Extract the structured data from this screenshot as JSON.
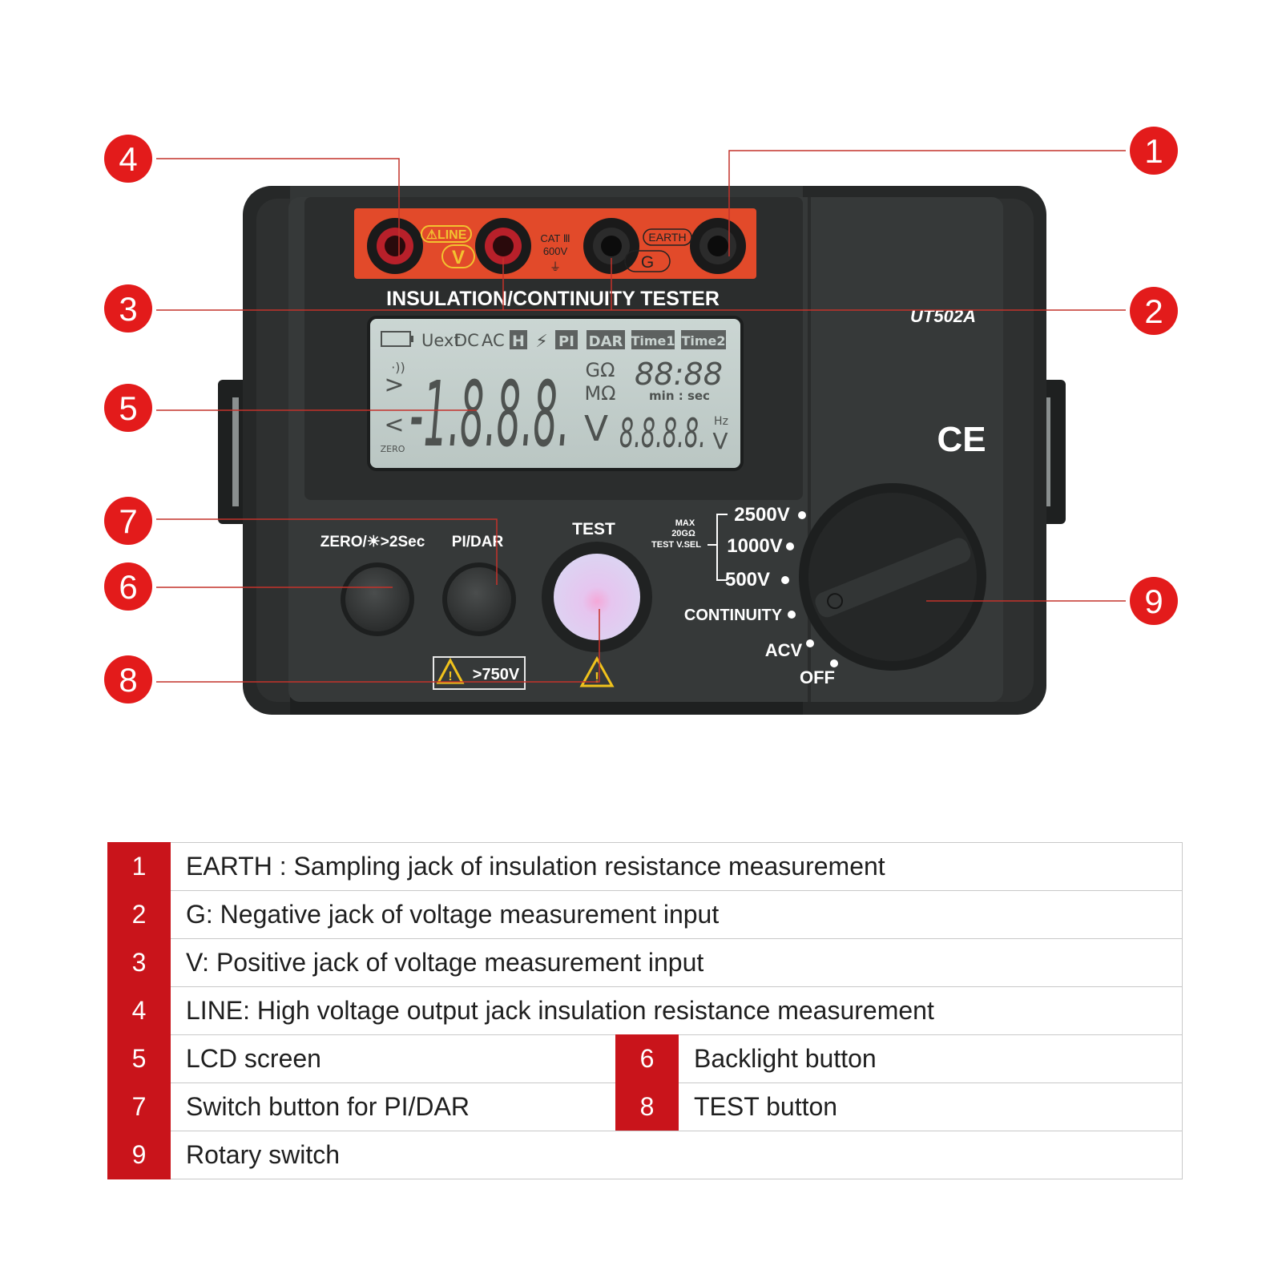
{
  "device": {
    "model": "UT502A",
    "title": "INSULATION/CONTINUITY TESTER",
    "jacks": {
      "line_label": "⚠LINE",
      "v_label": "V",
      "cat_label_1": "CAT Ⅲ",
      "cat_label_2": "600V",
      "earth_label": "EARTH",
      "g_label": "G"
    },
    "lcd": {
      "status_icons": [
        "Uext",
        "DC",
        "AC",
        "H",
        "⚡",
        "PI",
        "DAR",
        "Time1",
        "Time2"
      ],
      "main_digits": "-1.8.8.8.",
      "main_units_1": "GΩ",
      "main_units_2": "MΩ",
      "main_units_3": "V",
      "time_digits": "88:88",
      "time_label": "min : sec",
      "sub_digits": "8.8.8.8.",
      "sub_unit_hz": "Hz",
      "sub_unit_v": "V",
      "zero_label": "ZERO",
      "gt": ">",
      "lt": "<"
    },
    "buttons": {
      "zero_label": "ZERO/☀>2Sec",
      "pidar_label": "PI/DAR",
      "test_label": "TEST",
      "warning_label": ">750V"
    },
    "rotary": {
      "max_label_1": "MAX",
      "max_label_2": "20GΩ",
      "max_label_3": "TEST V.SEL",
      "positions": [
        "2500V",
        "1000V",
        "500V",
        "CONTINUITY",
        "ACV",
        "OFF"
      ]
    },
    "ce_mark": "CE"
  },
  "markers": [
    "1",
    "2",
    "3",
    "4",
    "5",
    "6",
    "7",
    "8",
    "9"
  ],
  "legend": [
    {
      "num": "1",
      "text": "EARTH :  Sampling jack of insulation resistance measurement"
    },
    {
      "num": "2",
      "text": "G: Negative jack of voltage measurement input"
    },
    {
      "num": "3",
      "text": "V: Positive jack of voltage measurement input"
    },
    {
      "num": "4",
      "text": "LINE: High voltage output jack insulation resistance measurement"
    },
    {
      "num": "5",
      "text": "LCD screen",
      "num2": "6",
      "text2": "Backlight button"
    },
    {
      "num": "7",
      "text": "Switch button for PI/DAR",
      "num2": "8",
      "text2": "TEST button"
    },
    {
      "num": "9",
      "text": "Rotary switch"
    }
  ],
  "colors": {
    "marker": "#e31b1b",
    "legend_number_bg": "#c9141b",
    "device_body": "#2b2d2d",
    "jack_panel": "#e24a2a",
    "lcd_bg": "#c6d1ce"
  }
}
